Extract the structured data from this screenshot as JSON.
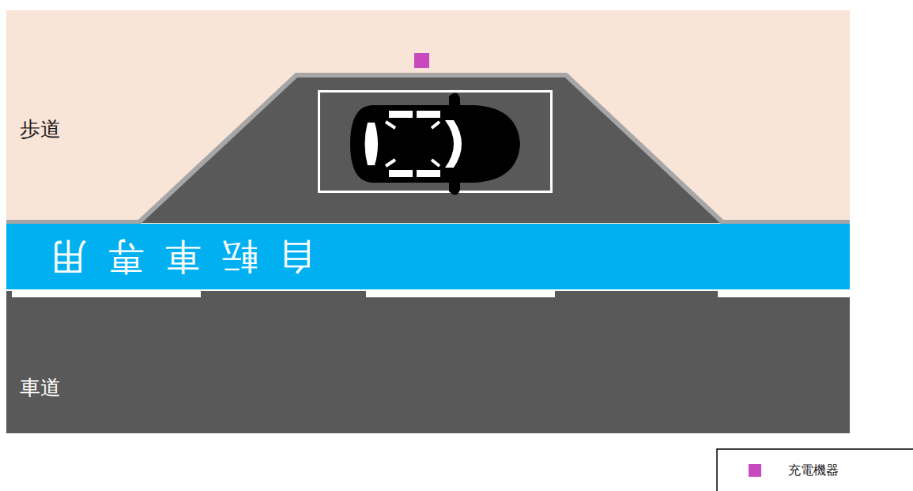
{
  "diagram": {
    "nodes": [
      {
        "text": [
          "自転車専用"
        ]
      }
    ],
    "labels": [
      "歩道",
      "車道"
    ],
    "legend": [
      {
        "text": "充電機器",
        "color": "#c848c0"
      }
    ]
  }
}
